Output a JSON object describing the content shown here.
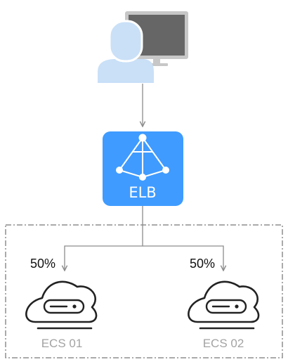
{
  "elb": {
    "label": "ELB",
    "icon": "load-balancer-icon",
    "color": "#3f9bff"
  },
  "client": {
    "icons": [
      "user-icon",
      "monitor-icon"
    ],
    "user_color": "#c9e0f7",
    "monitor_frame_color": "#c7c7c7",
    "monitor_screen_color": "#666666"
  },
  "targets": [
    {
      "name": "ECS 01",
      "weight": "50%",
      "icon": "cloud-server-icon"
    },
    {
      "name": "ECS 02",
      "weight": "50%",
      "icon": "cloud-server-icon"
    }
  ],
  "colors": {
    "connector": "#8c8c8c",
    "group_border": "#555555",
    "target_label": "#a3a3a3"
  }
}
